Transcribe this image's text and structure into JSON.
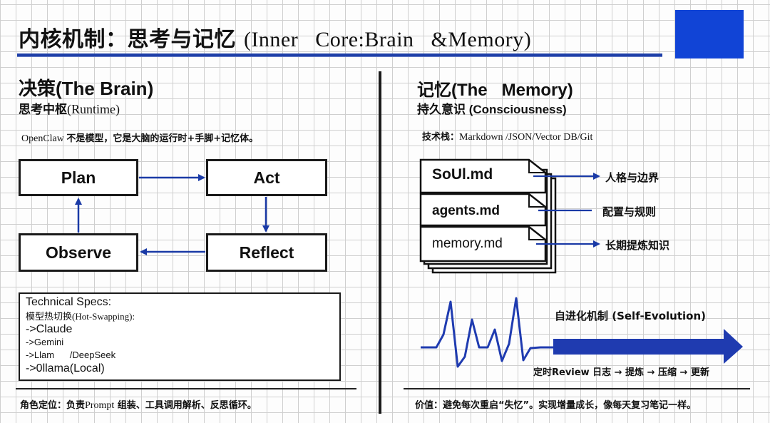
{
  "header": {
    "title_zh": "内核机制：思考与记忆 ",
    "title_en": "(Inner   Core:Brain   &Memory)"
  },
  "brain": {
    "heading": "决策(The Brain)",
    "sub_zh": "思考中枢",
    "sub_en": "(Runtime)",
    "desc_prefix": "OpenClaw ",
    "desc_text": "不是模型，它是大脑的运行时+手脚+记忆体。",
    "loop": {
      "plan": "Plan",
      "act": "Act",
      "reflect": "Reflect",
      "observe": "Observe"
    },
    "specs": {
      "title": "Technical  Specs:",
      "subtitle_zh": "模型热切换",
      "subtitle_en": "(Hot-Swapping):",
      "items": [
        "->Claude",
        "->Gemini",
        "->Llam      /DeepSeek",
        "->0llama(Local)"
      ]
    },
    "footer_prefix": "角色定位：负责",
    "footer_prompt": "Prompt",
    "footer_rest": " 组装、工具调用解析、反思循环。"
  },
  "memory": {
    "heading": "记忆(The   Memory)",
    "sub": "持久意识 (Consciousness)",
    "stack_prefix": "技术栈：",
    "stack_en": "Markdown /JSON/Vector DB/Git",
    "files": [
      {
        "name": "SoUl.md",
        "desc": "人格与边界"
      },
      {
        "name": "agents.md",
        "desc": "配置与规则"
      },
      {
        "name": "memory.md",
        "desc": "长期提炼知识"
      }
    ],
    "evolution_title": "自进化机制 (Self-Evolution)",
    "evolution_flow": "定时Review 日志 → 提炼 → 压缩 → 更新",
    "footer": "价值：避免每次重启“失忆”。实现增量成长，像每天复习笔记一样。"
  },
  "colors": {
    "accent": "#1e3fa8",
    "corner": "#1144d6",
    "arrow": "#1a3aa6",
    "pulse": "#1f3bb0"
  }
}
